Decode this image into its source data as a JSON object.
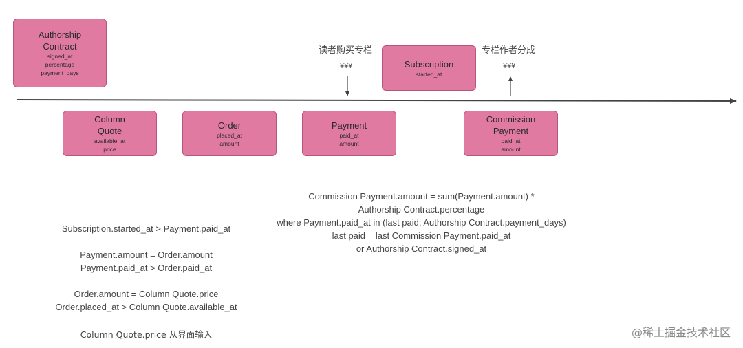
{
  "boxes": {
    "authorship": {
      "title": "Authorship Contract",
      "fields": [
        "signed_at",
        "percentage",
        "payment_days"
      ]
    },
    "subscription": {
      "title": "Subscription",
      "fields": [
        "started_at"
      ]
    },
    "column_quote": {
      "title": "Column Quote",
      "fields": [
        "available_at",
        "price"
      ]
    },
    "order": {
      "title": "Order",
      "fields": [
        "placed_at",
        "amount"
      ]
    },
    "payment": {
      "title": "Payment",
      "fields": [
        "paid_at",
        "amount"
      ]
    },
    "commission": {
      "title": "Commission Payment",
      "fields": [
        "paid_at",
        "amount"
      ]
    }
  },
  "labels": {
    "reader_buys": "读者购买专栏",
    "author_share": "专栏作者分成",
    "yen_in": "¥¥¥",
    "yen_out": "¥¥¥"
  },
  "notes_left": [
    "Subscription.started_at > Payment.paid_at",
    "Payment.amount = Order.amount",
    "Payment.paid_at > Order.paid_at",
    "Order.amount = Column Quote.price",
    "Order.placed_at > Column Quote.available_at",
    "Column Quote.price 从界面输入"
  ],
  "notes_right": [
    "Commission Payment.amount = sum(Payment.amount) *",
    "Authorship Contract.percentage",
    "where Payment.paid_at in (last paid, Authorship Contract.payment_days)",
    "last paid = last Commission Payment.paid_at",
    "or Authorship Contract.signed_at"
  ],
  "watermark": "@稀土掘金技术社区"
}
